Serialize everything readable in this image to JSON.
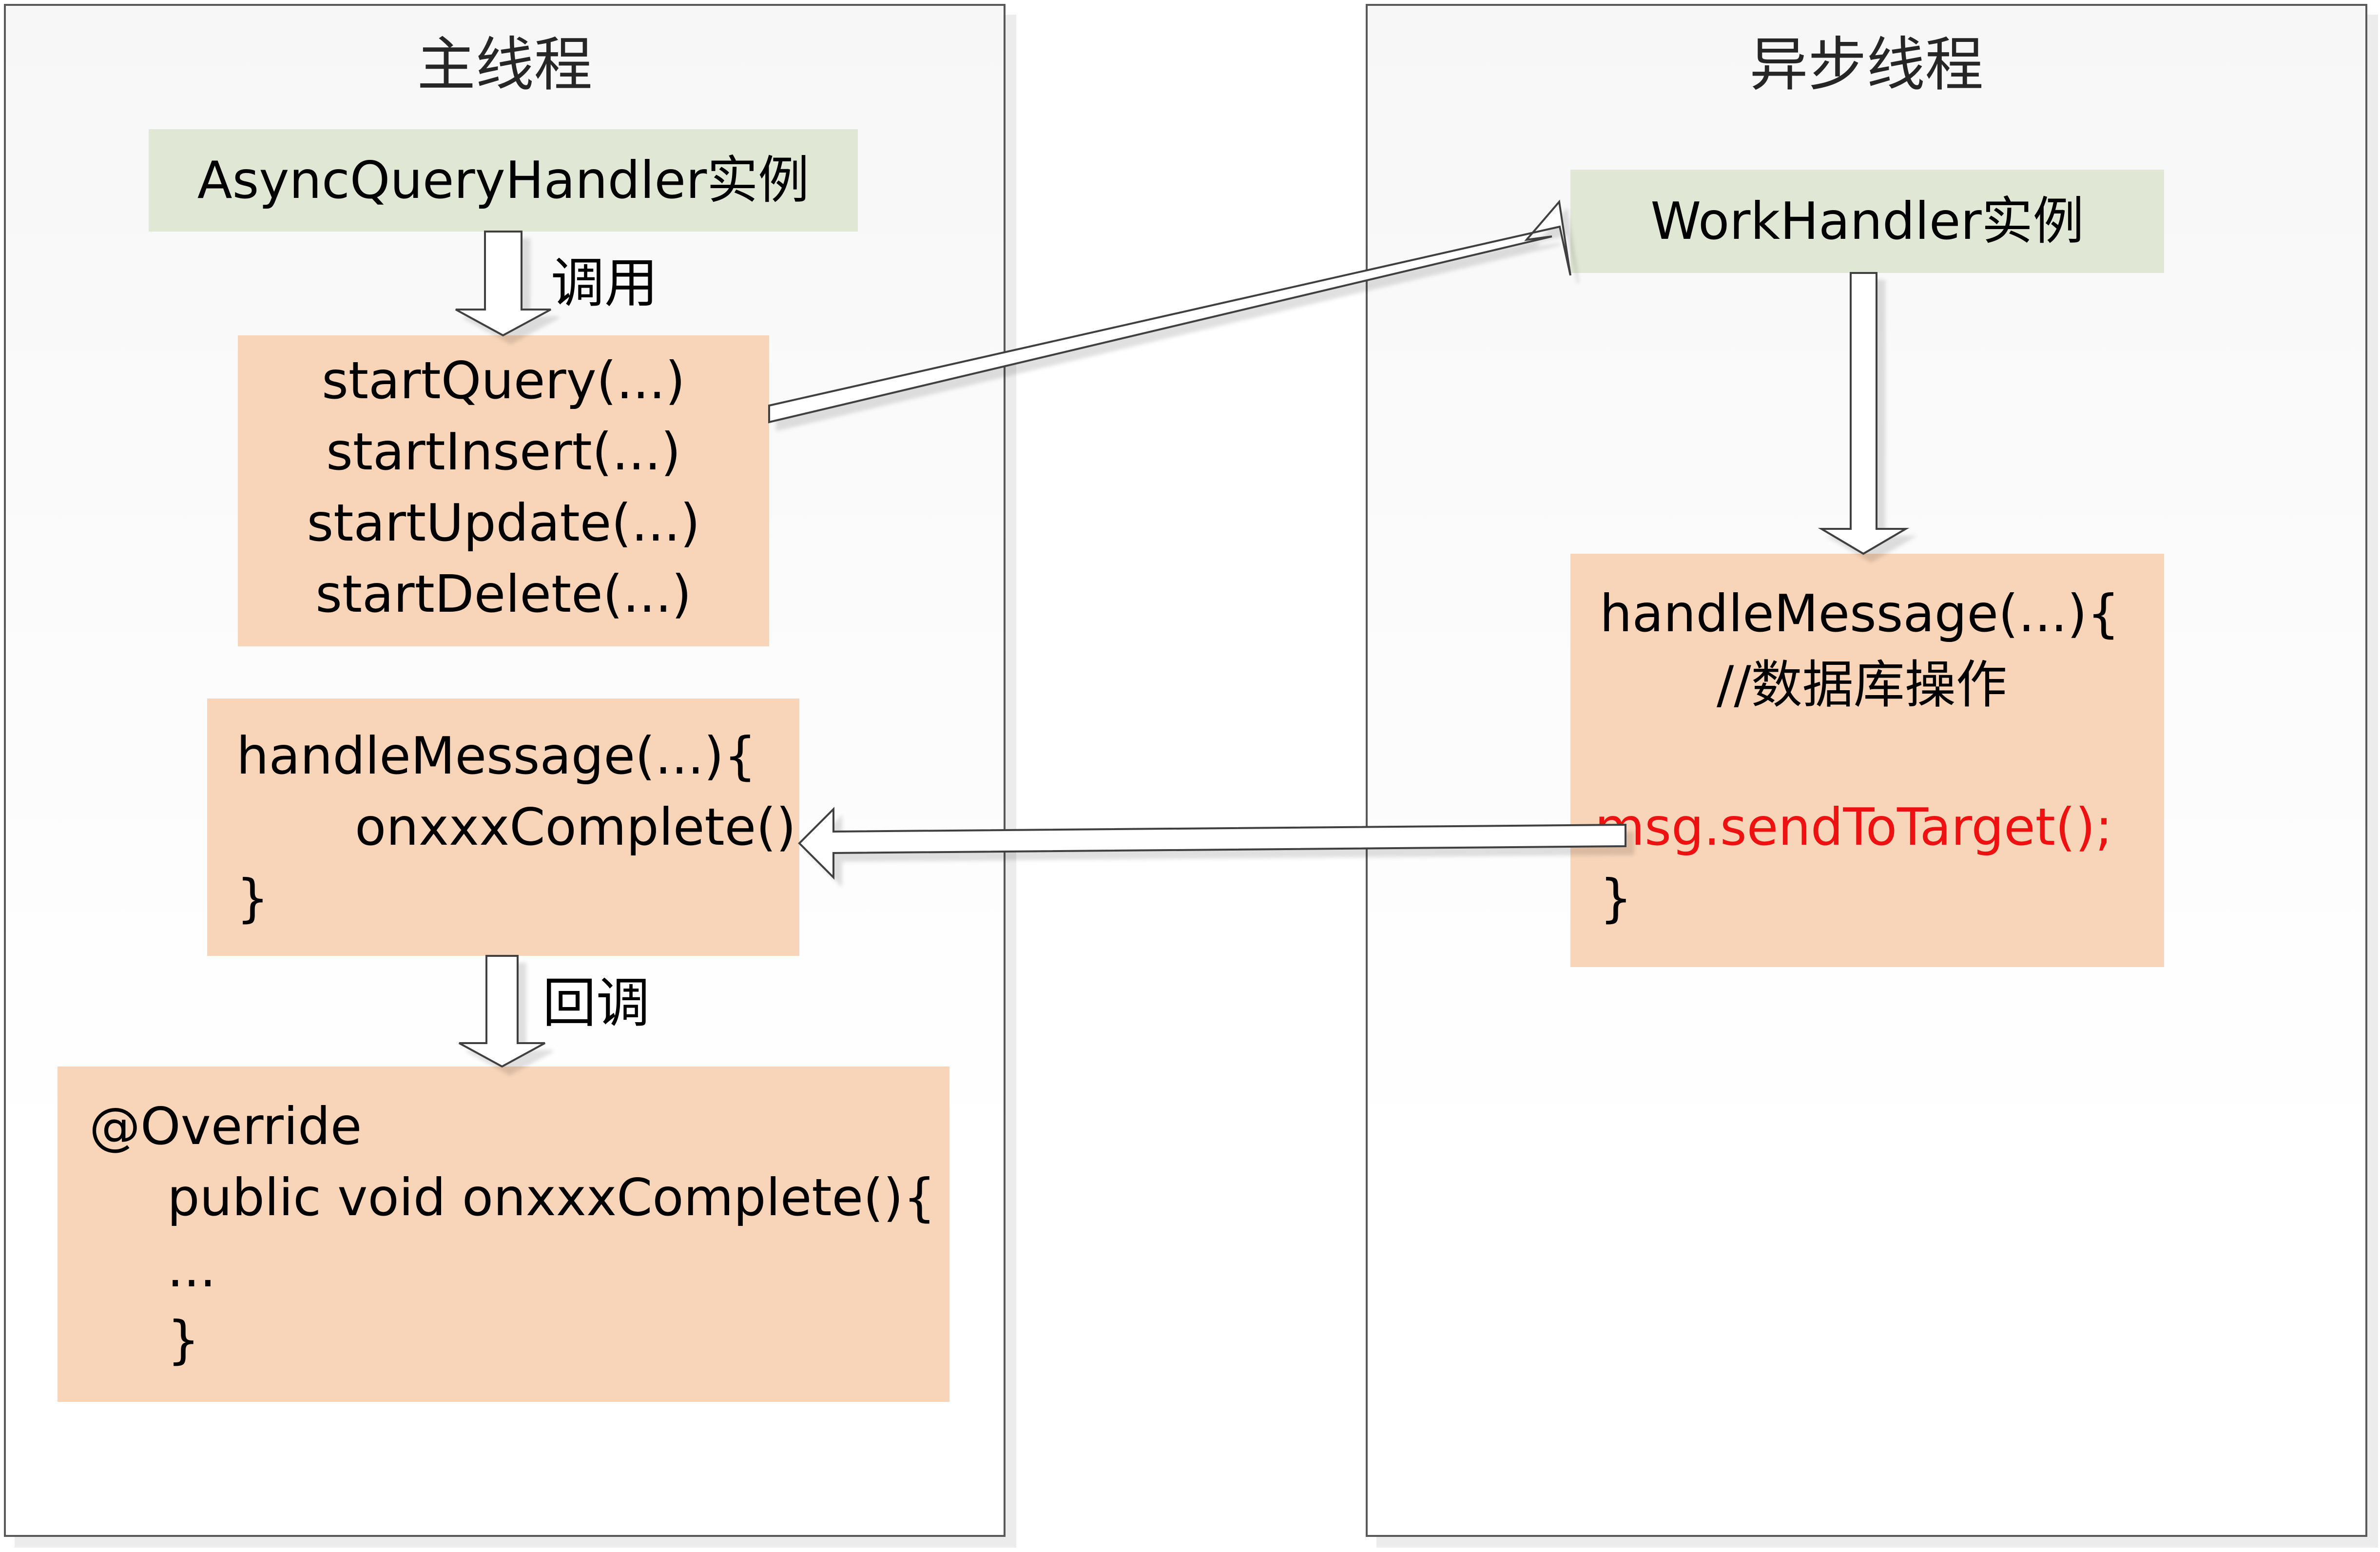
{
  "main_thread": {
    "title": "主线程",
    "handler_instance": "AsyncQueryHandler实例",
    "call_label": "调用",
    "start_methods": [
      "startQuery(...)",
      "startInsert(...)",
      "startUpdate(...)",
      "startDelete(...)"
    ],
    "handle_message": {
      "line1": "handleMessage(...){",
      "line2": "onxxxComplete()",
      "line3": "}"
    },
    "callback_label": "回调",
    "override_block": {
      "line1": "@Override",
      "line2": "public void onxxxComplete(){",
      "line3": "...",
      "line4": "}"
    }
  },
  "async_thread": {
    "title": "异步线程",
    "handler_instance": "WorkHandler实例",
    "handle_message": {
      "line1": "handleMessage(...){",
      "line2": "//数据库操作",
      "line3": "msg.sendToTarget();",
      "line4": "}"
    }
  },
  "colors": {
    "panel_border": "#595959",
    "instance_box": "#e0e8d5",
    "code_box": "#f8d5b8",
    "highlight_text": "#ee1111",
    "arrow_fill": "#ffffff",
    "arrow_stroke": "#404040"
  }
}
